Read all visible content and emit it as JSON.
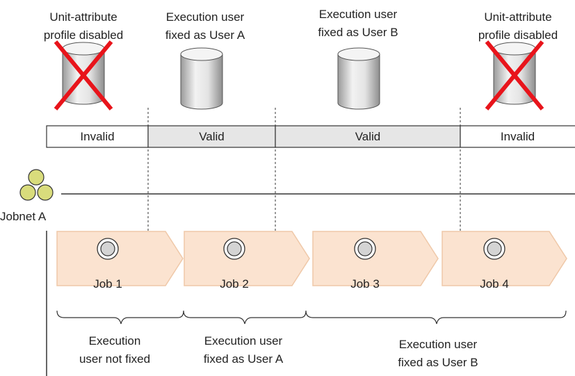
{
  "profiles": [
    {
      "line1": "Unit-attribute",
      "line2": "profile disabled",
      "state": "disabled"
    },
    {
      "line1": "Execution user",
      "line2": "fixed as User A",
      "state": "enabled"
    },
    {
      "line1": "Execution user",
      "line2": "fixed as User B",
      "state": "enabled"
    },
    {
      "line1": "Unit-attribute",
      "line2": "profile disabled",
      "state": "disabled"
    }
  ],
  "validity": [
    "Invalid",
    "Valid",
    "Valid",
    "Invalid"
  ],
  "jobnet": {
    "label": "Jobnet A"
  },
  "jobs": [
    "Job 1",
    "Job 2",
    "Job 3",
    "Job 4"
  ],
  "groups": [
    {
      "line1": "Execution",
      "line2": "user not fixed"
    },
    {
      "line1": "Execution user",
      "line2": "fixed as User A"
    },
    {
      "line1": "Execution user",
      "line2": "fixed as User B"
    }
  ],
  "colors": {
    "job_fill": "#fbe3d0",
    "job_stroke": "#efc8a8",
    "valid_fill": "#e6e6e6",
    "cross": "#e8141b",
    "jobnet_icon": "#d9dc7c"
  }
}
